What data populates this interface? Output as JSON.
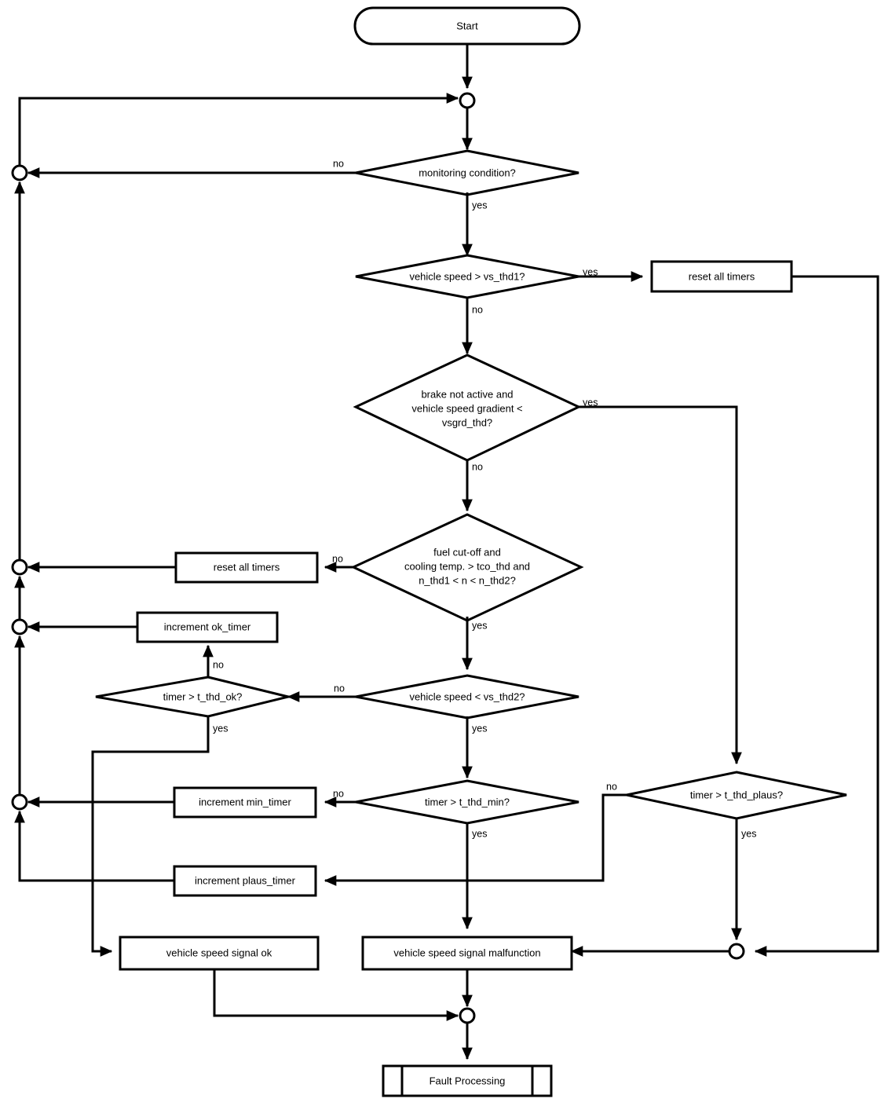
{
  "diagram": {
    "title": "Vehicle speed signal plausibility monitoring flowchart",
    "background_color": "#ffffff",
    "line_color": "#000000",
    "text_color": "#000000",
    "nodes": {
      "start": {
        "label": "Start",
        "shape": "terminator"
      },
      "merge_top": {
        "label": "",
        "shape": "connector"
      },
      "monitoring_condition": {
        "label": "monitoring condition?",
        "shape": "decision"
      },
      "vehicle_speed_thd1": {
        "label": "vehicle speed > vs_thd1?",
        "shape": "decision"
      },
      "reset_all_timers_top": {
        "label": "reset all timers",
        "shape": "process"
      },
      "brake_gradient": {
        "label_line1": "brake not active and",
        "label_line2": "vehicle speed gradient <",
        "label_line3": "vsgrd_thd?",
        "shape": "decision"
      },
      "fuel_cutoff": {
        "label_line1": "fuel cut-off and",
        "label_line2": "cooling temp. > tco_thd and",
        "label_line3": "n_thd1 < n < n_thd2?",
        "shape": "decision"
      },
      "reset_all_timers_mid": {
        "label": "reset all timers",
        "shape": "process"
      },
      "increment_ok_timer": {
        "label": "increment ok_timer",
        "shape": "process"
      },
      "timer_thd_ok": {
        "label": "timer > t_thd_ok?",
        "shape": "decision"
      },
      "vehicle_speed_thd2": {
        "label": "vehicle speed < vs_thd2?",
        "shape": "decision"
      },
      "increment_min_timer": {
        "label": "increment min_timer",
        "shape": "process"
      },
      "timer_thd_min": {
        "label": "timer > t_thd_min?",
        "shape": "decision"
      },
      "timer_thd_plaus": {
        "label": "timer > t_thd_plaus?",
        "shape": "decision"
      },
      "increment_plaus_timer": {
        "label": "increment plaus_timer",
        "shape": "process"
      },
      "vehicle_speed_signal_ok": {
        "label": "vehicle speed signal ok",
        "shape": "process"
      },
      "vehicle_speed_signal_malfunction": {
        "label": "vehicle speed signal malfunction",
        "shape": "process"
      },
      "merge_left_1": {
        "label": "",
        "shape": "connector"
      },
      "merge_left_2": {
        "label": "",
        "shape": "connector"
      },
      "merge_left_3": {
        "label": "",
        "shape": "connector"
      },
      "merge_left_4": {
        "label": "",
        "shape": "connector"
      },
      "merge_right_bottom": {
        "label": "",
        "shape": "connector"
      },
      "merge_bottom": {
        "label": "",
        "shape": "connector"
      },
      "fault_processing": {
        "label": "Fault Processing",
        "shape": "predefined-process"
      }
    },
    "edge_labels": {
      "monitoring_no": "no",
      "monitoring_yes": "yes",
      "vs_thd1_yes": "yes",
      "vs_thd1_no": "no",
      "brake_yes": "yes",
      "brake_no": "no",
      "fuel_no": "no",
      "fuel_yes": "yes",
      "t_thd_ok_no": "no",
      "t_thd_ok_yes": "yes",
      "vs_thd2_no": "no",
      "vs_thd2_yes": "yes",
      "t_thd_min_no": "no",
      "t_thd_min_yes": "yes",
      "t_thd_plaus_no": "no",
      "t_thd_plaus_yes": "yes"
    }
  }
}
